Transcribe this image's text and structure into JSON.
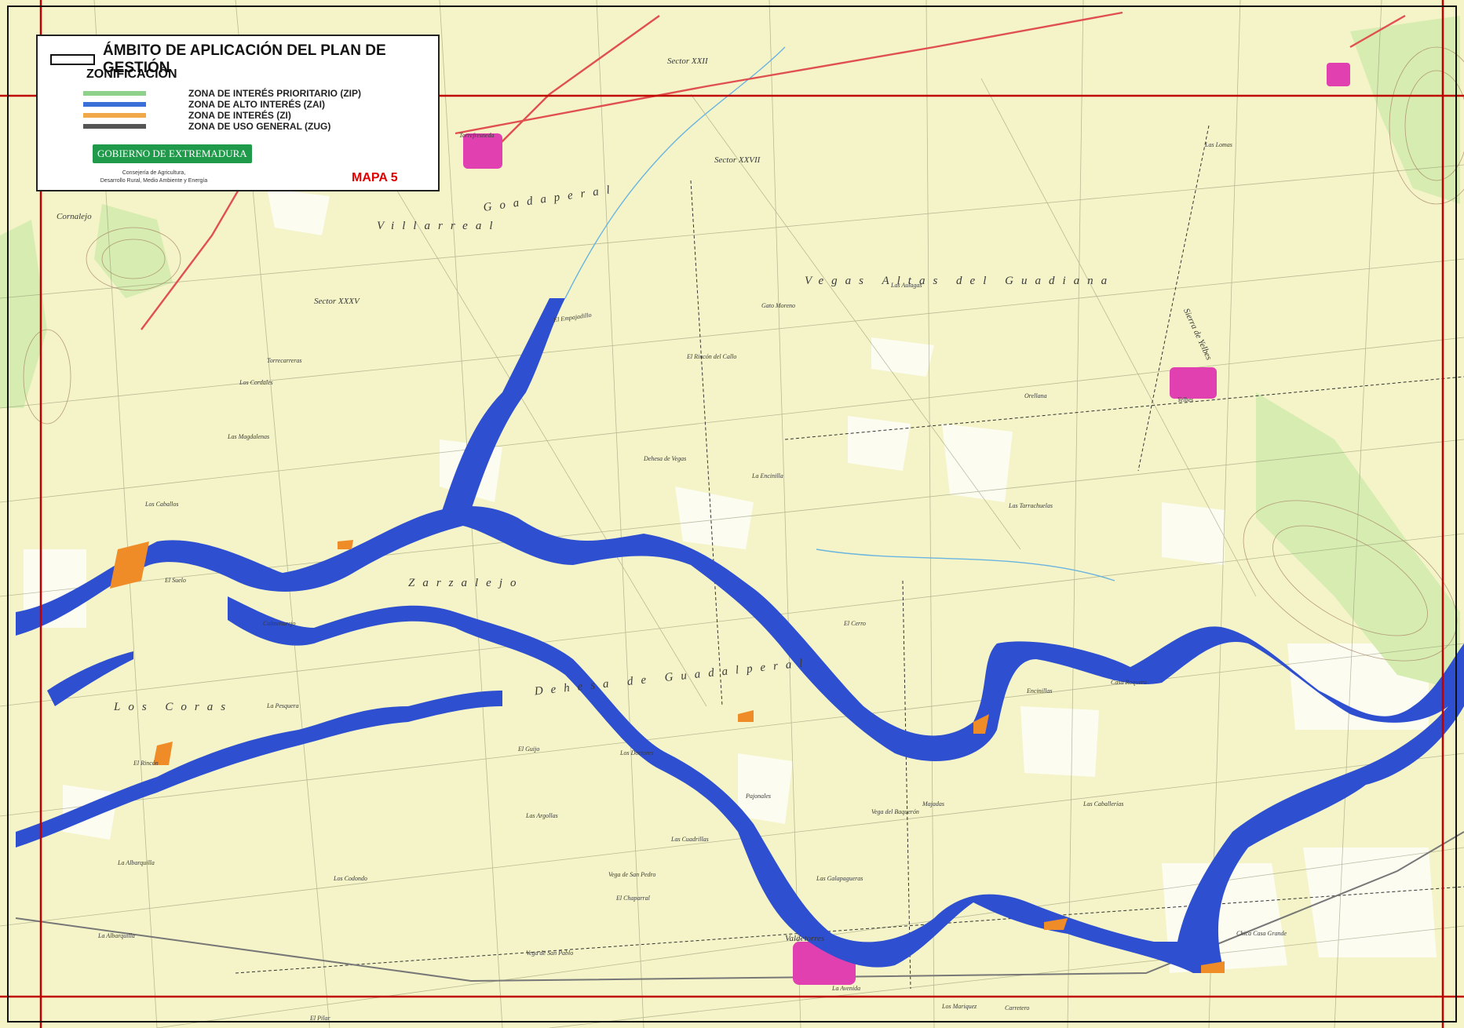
{
  "legend": {
    "title": "ÁMBITO DE APLICACIÓN DEL PLAN DE GESTIÓN",
    "zonificacion": "ZONIFICACIÓN",
    "zones": [
      {
        "label": "ZONA DE INTERÉS PRIORITARIO (ZIP)",
        "color": "#8fd18a"
      },
      {
        "label": "ZONA DE ALTO INTERÉS (ZAI)",
        "color": "#3b6fd8"
      },
      {
        "label": "ZONA DE INTERÉS (ZI)",
        "color": "#f0a84a"
      },
      {
        "label": "ZONA DE USO GENERAL (ZUG)",
        "color": "#555555"
      }
    ],
    "government": "GOBIERNO DE EXTREMADURA",
    "department_line1": "Consejería de Agricultura,",
    "department_line2": "Desarrollo Rural, Medio Ambiente y Energía",
    "map_label": "MAPA 5"
  },
  "colors": {
    "background": "#f4f4c8",
    "river_zai": "#2e4fd0",
    "zi_orange": "#f08c28",
    "grid": "#c00000",
    "urban": "#e040b0",
    "road": "#e05050"
  },
  "places": [
    {
      "text": "Vegas Altas del Guadiana",
      "cls": "big"
    },
    {
      "text": "Zarzalejo",
      "cls": "big"
    },
    {
      "text": "Dehesa de Guadalperal",
      "cls": "big"
    },
    {
      "text": "Goadaperal",
      "cls": "big"
    },
    {
      "text": "Sector XXXV",
      "cls": "mid"
    },
    {
      "text": "Sector XXVII",
      "cls": "mid"
    },
    {
      "text": "Sector XXII",
      "cls": "mid"
    },
    {
      "text": "Sierra de Yelbes",
      "cls": "mid"
    },
    {
      "text": "Torrefresneda",
      "cls": "sm"
    },
    {
      "text": "Yelbes",
      "cls": "sm"
    },
    {
      "text": "Valdetorres",
      "cls": "mid"
    },
    {
      "text": "El Empajadillo",
      "cls": "sm"
    },
    {
      "text": "El Rincón del Callo",
      "cls": "sm"
    },
    {
      "text": "Los Cordales",
      "cls": "sm"
    },
    {
      "text": "Los Caballos",
      "cls": "sm"
    },
    {
      "text": "Las Magdalenas",
      "cls": "sm"
    },
    {
      "text": "El Suelo",
      "cls": "sm"
    },
    {
      "text": "Colmenarejo",
      "cls": "sm"
    },
    {
      "text": "La Pesquera",
      "cls": "sm"
    },
    {
      "text": "El Guijo",
      "cls": "sm"
    },
    {
      "text": "Los Doctores",
      "cls": "sm"
    },
    {
      "text": "Las Argollas",
      "cls": "sm"
    },
    {
      "text": "La Albarquilla",
      "cls": "sm"
    },
    {
      "text": "Los Codondo",
      "cls": "sm"
    },
    {
      "text": "Las Cuadrillas",
      "cls": "sm"
    },
    {
      "text": "Las Galapagueras",
      "cls": "sm"
    },
    {
      "text": "Pajonales",
      "cls": "sm"
    },
    {
      "text": "El Chaparral",
      "cls": "sm"
    },
    {
      "text": "Vega del Baquerón",
      "cls": "sm"
    },
    {
      "text": "Majadas",
      "cls": "sm"
    },
    {
      "text": "Las Caballerías",
      "cls": "sm"
    },
    {
      "text": "Casa Roquero",
      "cls": "sm"
    },
    {
      "text": "Encinillas",
      "cls": "sm"
    },
    {
      "text": "El Cerro",
      "cls": "sm"
    },
    {
      "text": "Las Tarrachuelas",
      "cls": "sm"
    },
    {
      "text": "Gato Moreno",
      "cls": "sm"
    },
    {
      "text": "Orellana",
      "cls": "sm"
    },
    {
      "text": "Las Lomas",
      "cls": "sm"
    },
    {
      "text": "Chica Casa Grande",
      "cls": "sm"
    },
    {
      "text": "Las Aulagas",
      "cls": "sm"
    },
    {
      "text": "Torrecarreras",
      "cls": "sm"
    },
    {
      "text": "Dehesa de Vegas",
      "cls": "sm"
    },
    {
      "text": "La Encinilla",
      "cls": "sm"
    },
    {
      "text": "Villarreal",
      "cls": "big"
    },
    {
      "text": "Cornalejo",
      "cls": "mid"
    },
    {
      "text": "Los Coras",
      "cls": "big"
    },
    {
      "text": "El Pilar",
      "cls": "sm"
    },
    {
      "text": "Los Mariquez",
      "cls": "sm"
    },
    {
      "text": "La Avenida",
      "cls": "sm"
    },
    {
      "text": "Carretero",
      "cls": "sm"
    },
    {
      "text": "El Rincón",
      "cls": "sm"
    },
    {
      "text": "Vega de San Pedro",
      "cls": "sm"
    },
    {
      "text": "Vega de San Pablo",
      "cls": "sm"
    },
    {
      "text": "La Albarquilla",
      "cls": "sm"
    }
  ]
}
